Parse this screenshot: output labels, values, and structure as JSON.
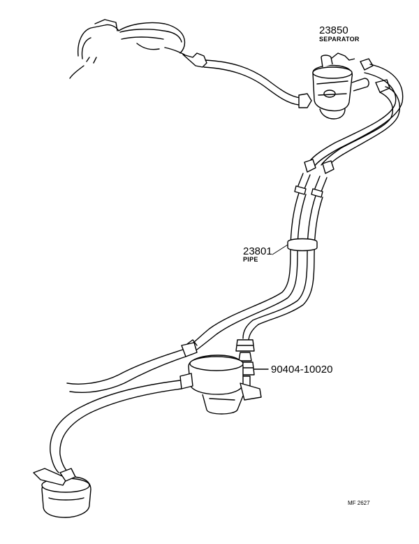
{
  "labels": {
    "separator_number": "23850",
    "separator_name": "SEPARATOR",
    "pipe_number": "23801",
    "pipe_name": "PIPE",
    "union_number": "90404-10020",
    "figure_code": "MF 2627"
  }
}
